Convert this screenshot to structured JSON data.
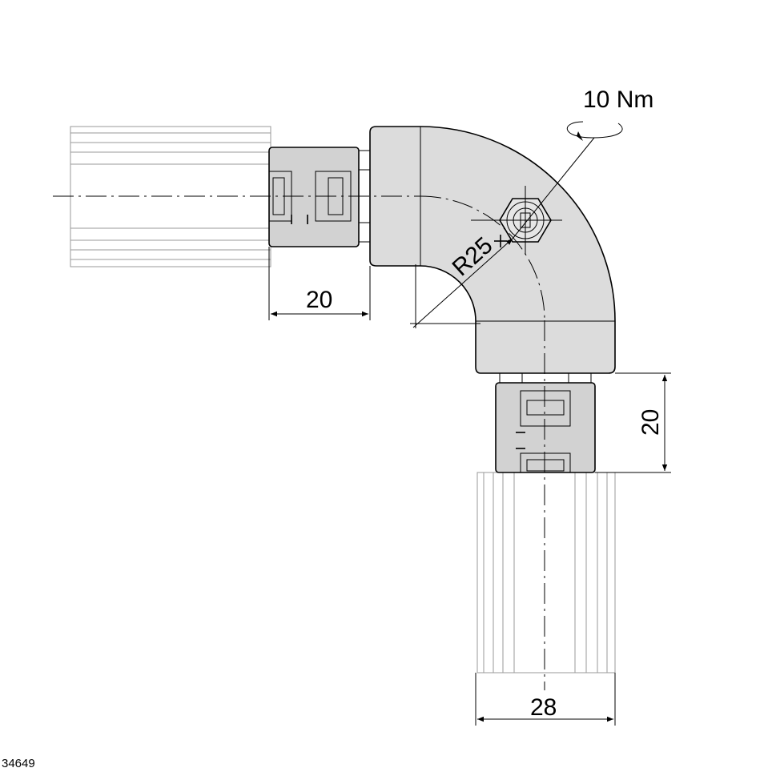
{
  "drawing": {
    "torque_label": "10 Nm",
    "radius_label": "R25",
    "dim_horizontal_coupler": "20",
    "dim_vertical_coupler": "20",
    "dim_tube_width": "28",
    "reference_number": "34649"
  },
  "colors": {
    "part_fill": "#dcdcdc",
    "coupler_fill": "#d2d2d2",
    "tube_fill": "#f4f4f4",
    "line": "#000000"
  }
}
